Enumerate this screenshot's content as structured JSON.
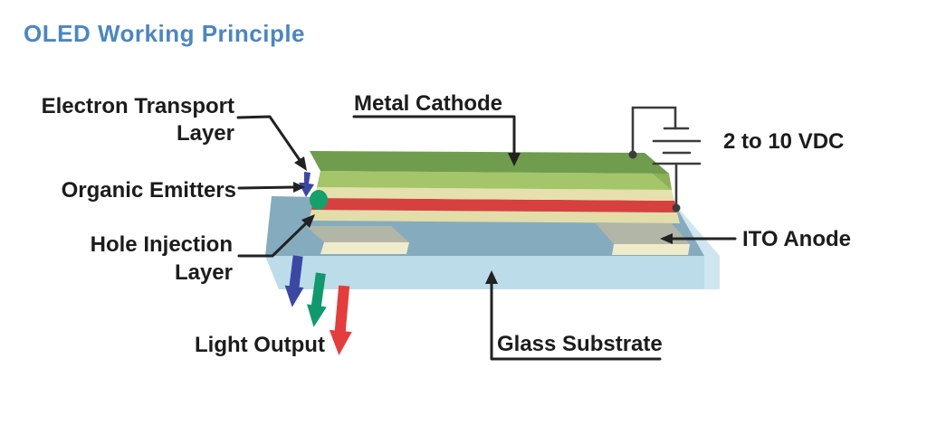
{
  "title": "OLED Working Principle",
  "labels": {
    "electron_transport_layer": "Electron Transport\nLayer",
    "metal_cathode": "Metal Cathode",
    "voltage": "2 to 10 VDC",
    "organic_emitters": "Organic Emitters",
    "hole_injection_layer": "Hole Injection\nLayer",
    "ito_anode": "ITO Anode",
    "light_output": "Light Output",
    "glass_substrate": "Glass Substrate"
  },
  "colors": {
    "title": "#4a86c4",
    "text": "#1c1c1c",
    "line": "#222222",
    "wire": "#3c3c3c",
    "cathode_top": "#6f9c4d",
    "cathode_front": "#a4c569",
    "cathode_side": "#8db058",
    "transport_layer": "#e5e0ae",
    "emitter_red": "#d64140",
    "injection_layer": "#e2dda9",
    "substrate_top": "#85abbf",
    "substrate_front": "#bcdcea",
    "substrate_side": "#cfe6f0",
    "ito_top": "#b2b6a6",
    "ito_front": "#f0ebcb",
    "emitter_dot": "#16a06b",
    "arrow_blue": "#3a48a3",
    "arrow_green": "#10996c",
    "arrow_red": "#e53c3c"
  }
}
